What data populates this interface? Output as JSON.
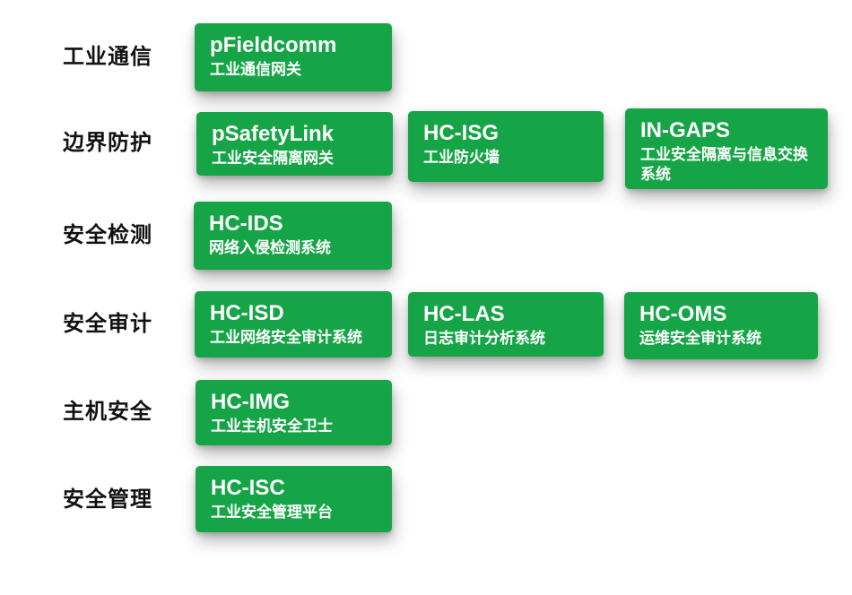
{
  "palette": {
    "background": "#ffffff",
    "card_green": "#16a546",
    "card_text": "#ffffff",
    "category_text": "#111111"
  },
  "rows": [
    {
      "category": "工业通信",
      "products": [
        {
          "name": "pFieldcomm",
          "desc": "工业通信网关"
        }
      ]
    },
    {
      "category": "边界防护",
      "products": [
        {
          "name": "pSafetyLink",
          "desc": "工业安全隔离网关"
        },
        {
          "name": "HC-ISG",
          "desc": "工业防火墙"
        },
        {
          "name": "IN-GAPS",
          "desc": "工业安全隔离与信息交换系统"
        }
      ]
    },
    {
      "category": "安全检测",
      "products": [
        {
          "name": "HC-IDS",
          "desc": "网络入侵检测系统"
        }
      ]
    },
    {
      "category": "安全审计",
      "products": [
        {
          "name": "HC-ISD",
          "desc": "工业网络安全审计系统"
        },
        {
          "name": "HC-LAS",
          "desc": "日志审计分析系统"
        },
        {
          "name": "HC-OMS",
          "desc": "运维安全审计系统"
        }
      ]
    },
    {
      "category": "主机安全",
      "products": [
        {
          "name": "HC-IMG",
          "desc": "工业主机安全卫士"
        }
      ]
    },
    {
      "category": "安全管理",
      "products": [
        {
          "name": "HC-ISC",
          "desc": "工业安全管理平台"
        }
      ]
    }
  ]
}
